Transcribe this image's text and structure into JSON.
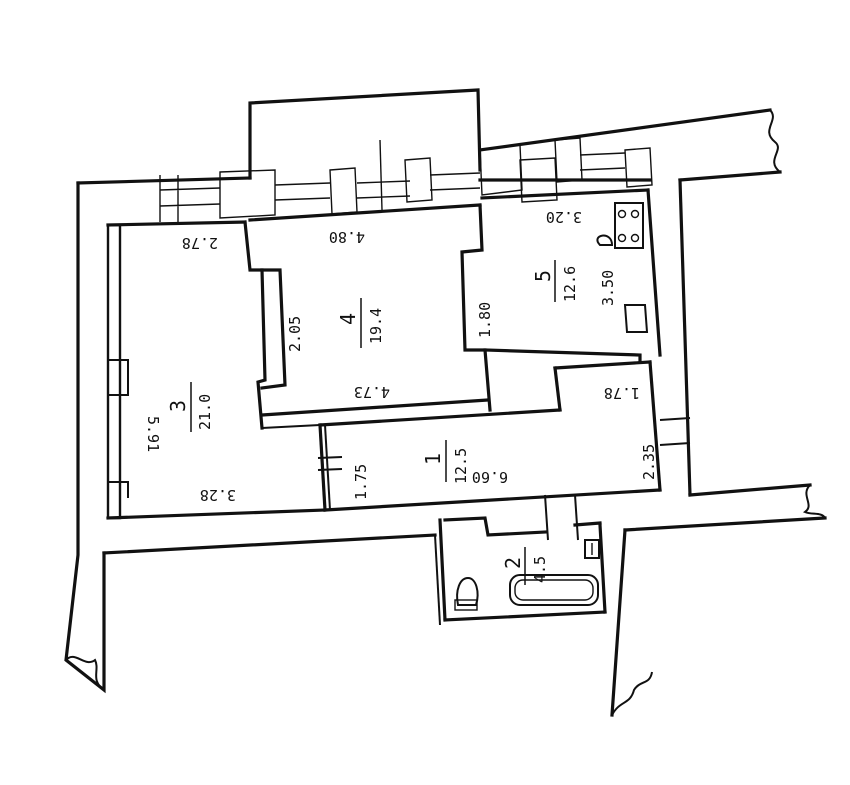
{
  "rooms": [
    {
      "id": "1",
      "number": "1",
      "area": "12.5"
    },
    {
      "id": "2",
      "number": "2",
      "area": "4.5"
    },
    {
      "id": "3",
      "number": "3",
      "area": "21.0"
    },
    {
      "id": "4",
      "number": "4",
      "area": "19.4"
    },
    {
      "id": "5",
      "number": "5",
      "area": "12.6"
    }
  ],
  "dimensions": {
    "room3_top": "2.78",
    "room3_bottom": "3.28",
    "room3_side": "5.91",
    "room4_top": "4.80",
    "room4_bottom": "4.73",
    "room4_side": "2.05",
    "room5_top": "3.20",
    "room5_left": "1.80",
    "room5_right": "3.50",
    "hall_top": "1.78",
    "hall_bottom": "6.60",
    "hall_left": "1.75",
    "hall_right": "2.35"
  }
}
